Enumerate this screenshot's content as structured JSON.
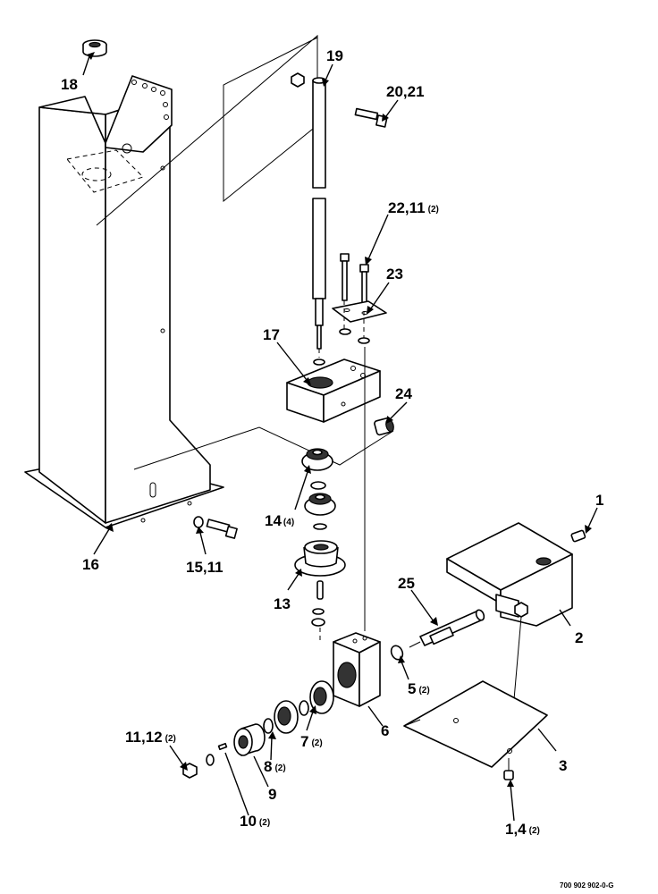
{
  "callouts": [
    {
      "id": "c18",
      "main": "18",
      "sub": ""
    },
    {
      "id": "c19",
      "main": "19",
      "sub": ""
    },
    {
      "id": "c2021",
      "main": "20,21",
      "sub": ""
    },
    {
      "id": "c2211",
      "main": "22,11",
      "sub": "(2)"
    },
    {
      "id": "c23",
      "main": "23",
      "sub": ""
    },
    {
      "id": "c17",
      "main": "17",
      "sub": ""
    },
    {
      "id": "c24",
      "main": "24",
      "sub": ""
    },
    {
      "id": "c14",
      "main": "14",
      "sub": "(4)"
    },
    {
      "id": "c1",
      "main": "1",
      "sub": ""
    },
    {
      "id": "c16",
      "main": "16",
      "sub": ""
    },
    {
      "id": "c1511",
      "main": "15,11",
      "sub": ""
    },
    {
      "id": "c13",
      "main": "13",
      "sub": ""
    },
    {
      "id": "c25",
      "main": "25",
      "sub": ""
    },
    {
      "id": "c2",
      "main": "2",
      "sub": ""
    },
    {
      "id": "c5",
      "main": "5",
      "sub": "(2)"
    },
    {
      "id": "c6",
      "main": "6",
      "sub": ""
    },
    {
      "id": "c7",
      "main": "7",
      "sub": "(2)"
    },
    {
      "id": "c1112",
      "main": "11,12",
      "sub": "(2)"
    },
    {
      "id": "c8",
      "main": "8",
      "sub": "(2)"
    },
    {
      "id": "c3",
      "main": "3",
      "sub": ""
    },
    {
      "id": "c9",
      "main": "9",
      "sub": ""
    },
    {
      "id": "c10",
      "main": "10",
      "sub": "(2)"
    },
    {
      "id": "c14b",
      "main": "1,4",
      "sub": "(2)"
    }
  ],
  "drawing_code": "700 902 902-0-G"
}
